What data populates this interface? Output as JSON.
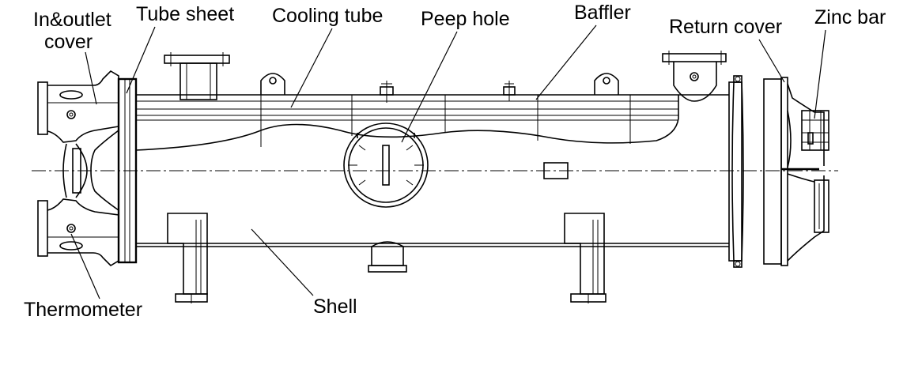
{
  "labels": {
    "inlet_cover_line1": "In&outlet",
    "inlet_cover_line2": "cover",
    "tube_sheet": "Tube sheet",
    "cooling_tube": "Cooling tube",
    "peep_hole": "Peep hole",
    "baffler": "Baffler",
    "return_cover": "Return cover",
    "zinc_bar": "Zinc bar",
    "thermometer": "Thermometer",
    "shell": "Shell"
  }
}
